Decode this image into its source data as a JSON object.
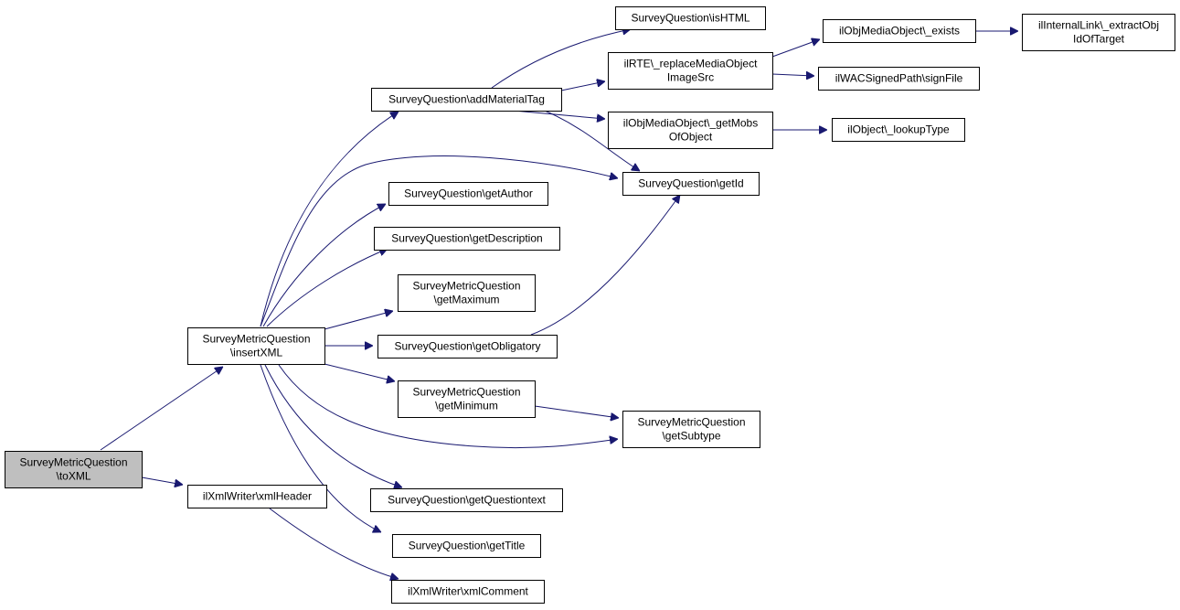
{
  "diagram": {
    "type": "call-graph",
    "colors": {
      "edge": "#191970",
      "node_border": "#000000",
      "node_fill": "#ffffff",
      "root_fill": "#bfbfbf"
    },
    "nodes": [
      {
        "id": "toXML",
        "lines": [
          "SurveyMetricQuestion",
          "\\toXML"
        ],
        "root": true
      },
      {
        "id": "insertXML",
        "lines": [
          "SurveyMetricQuestion",
          "\\insertXML"
        ]
      },
      {
        "id": "xmlHeader",
        "lines": [
          "ilXmlWriter\\xmlHeader"
        ]
      },
      {
        "id": "xmlComment",
        "lines": [
          "ilXmlWriter\\xmlComment"
        ]
      },
      {
        "id": "addMaterialTag",
        "lines": [
          "SurveyQuestion\\addMaterialTag"
        ]
      },
      {
        "id": "getAuthor",
        "lines": [
          "SurveyQuestion\\getAuthor"
        ]
      },
      {
        "id": "getDescription",
        "lines": [
          "SurveyQuestion\\getDescription"
        ]
      },
      {
        "id": "getMaximum",
        "lines": [
          "SurveyMetricQuestion",
          "\\getMaximum"
        ]
      },
      {
        "id": "getObligatory",
        "lines": [
          "SurveyQuestion\\getObligatory"
        ]
      },
      {
        "id": "getMinimum",
        "lines": [
          "SurveyMetricQuestion",
          "\\getMinimum"
        ]
      },
      {
        "id": "getQuestiontext",
        "lines": [
          "SurveyQuestion\\getQuestiontext"
        ]
      },
      {
        "id": "getTitle",
        "lines": [
          "SurveyQuestion\\getTitle"
        ]
      },
      {
        "id": "isHTML",
        "lines": [
          "SurveyQuestion\\isHTML"
        ]
      },
      {
        "id": "replaceMedia",
        "lines": [
          "ilRTE\\_replaceMediaObject",
          "ImageSrc"
        ]
      },
      {
        "id": "getMobs",
        "lines": [
          "ilObjMediaObject\\_getMobs",
          "OfObject"
        ]
      },
      {
        "id": "getId",
        "lines": [
          "SurveyQuestion\\getId"
        ]
      },
      {
        "id": "getSubtype",
        "lines": [
          "SurveyMetricQuestion",
          "\\getSubtype"
        ]
      },
      {
        "id": "exists",
        "lines": [
          "ilObjMediaObject\\_exists"
        ]
      },
      {
        "id": "signFile",
        "lines": [
          "ilWACSignedPath\\signFile"
        ]
      },
      {
        "id": "lookupType",
        "lines": [
          "ilObject\\_lookupType"
        ]
      },
      {
        "id": "extractObj",
        "lines": [
          "ilInternalLink\\_extractObj",
          "IdOfTarget"
        ]
      }
    ],
    "edges": [
      [
        "toXML",
        "insertXML"
      ],
      [
        "toXML",
        "xmlHeader"
      ],
      [
        "xmlHeader",
        "xmlComment"
      ],
      [
        "insertXML",
        "addMaterialTag"
      ],
      [
        "insertXML",
        "getId"
      ],
      [
        "insertXML",
        "getAuthor"
      ],
      [
        "insertXML",
        "getDescription"
      ],
      [
        "insertXML",
        "getMaximum"
      ],
      [
        "insertXML",
        "getObligatory"
      ],
      [
        "insertXML",
        "getMinimum"
      ],
      [
        "insertXML",
        "getSubtype"
      ],
      [
        "insertXML",
        "getQuestiontext"
      ],
      [
        "insertXML",
        "getTitle"
      ],
      [
        "addMaterialTag",
        "isHTML"
      ],
      [
        "addMaterialTag",
        "replaceMedia"
      ],
      [
        "addMaterialTag",
        "getMobs"
      ],
      [
        "addMaterialTag",
        "getId"
      ],
      [
        "getObligatory",
        "getId"
      ],
      [
        "getMinimum",
        "getSubtype"
      ],
      [
        "replaceMedia",
        "exists"
      ],
      [
        "replaceMedia",
        "signFile"
      ],
      [
        "getMobs",
        "lookupType"
      ],
      [
        "exists",
        "extractObj"
      ]
    ]
  }
}
